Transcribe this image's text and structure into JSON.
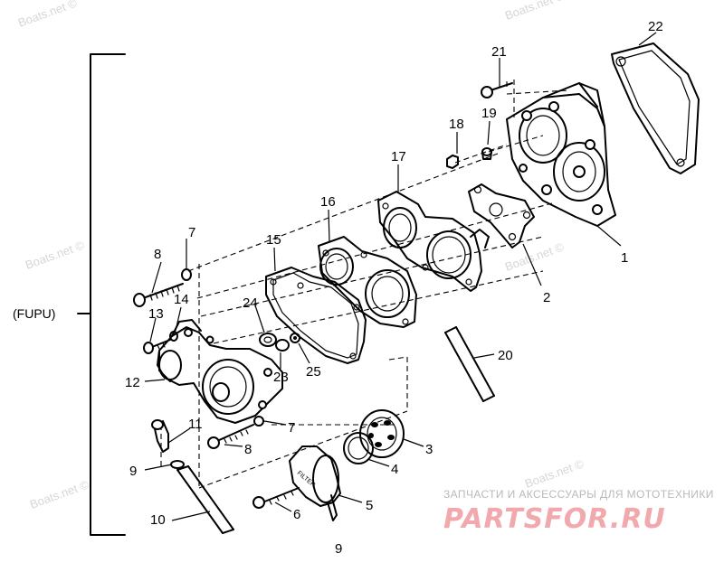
{
  "group_label": "(FUPU)",
  "page_number": "9",
  "watermark": "Boats.net ©",
  "banner": {
    "tagline": "ЗАПЧАСТИ И АКСЕССУАРЫ ДЛЯ МОТОТЕХНИКИ",
    "logo": "PARTSFOR.RU"
  },
  "callouts": [
    {
      "id": "1",
      "label": "1"
    },
    {
      "id": "2",
      "label": "2"
    },
    {
      "id": "3",
      "label": "3"
    },
    {
      "id": "4",
      "label": "4"
    },
    {
      "id": "5",
      "label": "5"
    },
    {
      "id": "6",
      "label": "6"
    },
    {
      "id": "7a",
      "label": "7"
    },
    {
      "id": "7b",
      "label": "7"
    },
    {
      "id": "8a",
      "label": "8"
    },
    {
      "id": "8b",
      "label": "8"
    },
    {
      "id": "9",
      "label": "9"
    },
    {
      "id": "10",
      "label": "10"
    },
    {
      "id": "11",
      "label": "11"
    },
    {
      "id": "12",
      "label": "12"
    },
    {
      "id": "13",
      "label": "13"
    },
    {
      "id": "14",
      "label": "14"
    },
    {
      "id": "15",
      "label": "15"
    },
    {
      "id": "16",
      "label": "16"
    },
    {
      "id": "17",
      "label": "17"
    },
    {
      "id": "18",
      "label": "18"
    },
    {
      "id": "19",
      "label": "19"
    },
    {
      "id": "20",
      "label": "20"
    },
    {
      "id": "21",
      "label": "21"
    },
    {
      "id": "22",
      "label": "22"
    },
    {
      "id": "23",
      "label": "23"
    },
    {
      "id": "24",
      "label": "24"
    },
    {
      "id": "25",
      "label": "25"
    }
  ]
}
